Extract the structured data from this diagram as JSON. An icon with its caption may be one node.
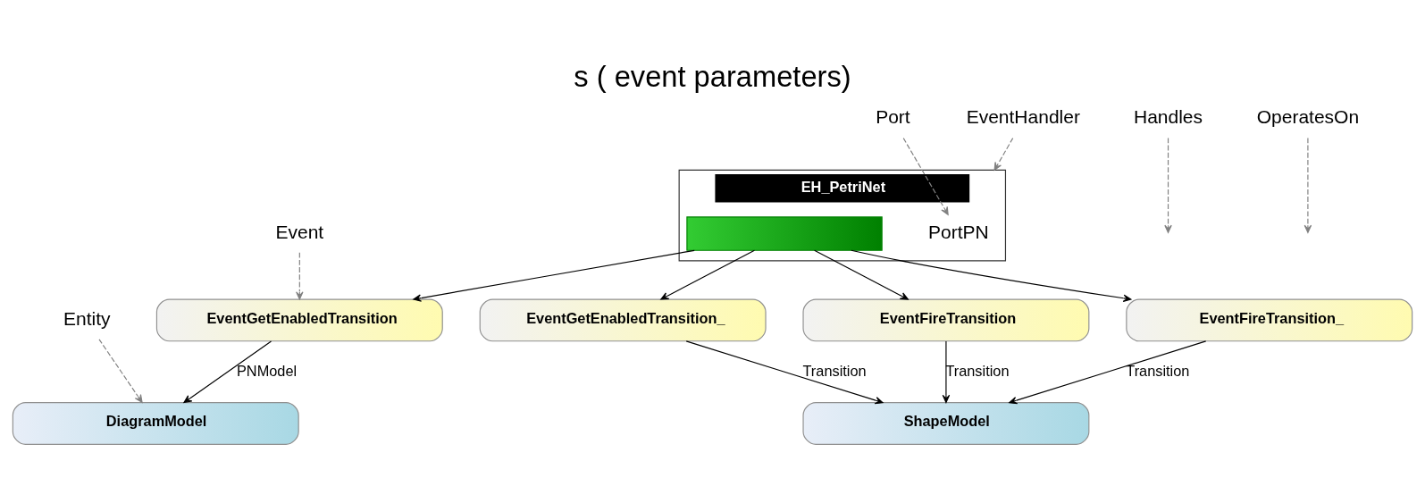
{
  "diagram": {
    "title": "s ( event parameters)",
    "nodes": [
      {
        "text": [
          "EH_PetriNet"
        ]
      },
      {
        "text": [
          "PortPN"
        ],
        "in": 0
      },
      {
        "text": [],
        "shape": "box",
        "in": 0
      },
      {
        "text": [
          "Handles"
        ]
      },
      {
        "text": [
          "Port"
        ]
      },
      {
        "text": [
          "EventHandler"
        ]
      },
      {
        "text": [
          "Event"
        ]
      },
      {
        "text": [
          "OperatesOn"
        ]
      },
      {
        "text": [
          "Entity"
        ]
      },
      {
        "text": [
          "EventGetEnabledTransition"
        ]
      },
      {
        "text": [
          "DiagramModel"
        ]
      },
      {
        "text": [
          "EventGetEnabledTransition_"
        ]
      },
      {
        "text": [
          "EventFireTransition"
        ]
      },
      {
        "text": [
          "ShapeModel"
        ]
      },
      {
        "text": [
          "EventFireTransition_"
        ]
      }
    ],
    "edges": [
      {
        "from": 2,
        "to": 9,
        "arrow": "to"
      },
      {
        "from": 2,
        "to": 12,
        "arrow": "to"
      },
      {
        "from": 2,
        "to": 11,
        "arrow": "to"
      },
      {
        "from": 2,
        "to": 14,
        "arrow": "to"
      },
      {
        "from": 9,
        "to": 10,
        "arrow": "to",
        "label": "PNModel"
      },
      {
        "from": 12,
        "to": 13,
        "arrow": "to",
        "label": "Transition"
      },
      {
        "from": 11,
        "to": 13,
        "arrow": "to",
        "label": "Transition"
      },
      {
        "from": 14,
        "to": 13,
        "arrow": "to",
        "label": "Transition"
      },
      {
        "from": 3,
        "to": null,
        "arrow": "to",
        "style": "dashed",
        "color": "#808080"
      },
      {
        "from": 4,
        "to": 1,
        "arrow": "to",
        "style": "dashed",
        "color": "#808080"
      },
      {
        "from": 5,
        "to": 0,
        "arrow": "to",
        "style": "dashed",
        "color": "#808080"
      },
      {
        "from": 6,
        "to": 9,
        "arrow": "to",
        "style": "dashed",
        "color": "#808080"
      },
      {
        "from": 7,
        "to": null,
        "arrow": "to",
        "style": "dashed",
        "color": "#808080"
      },
      {
        "from": 8,
        "to": 10,
        "arrow": "to",
        "style": "dashed",
        "color": "#808080"
      }
    ]
  }
}
